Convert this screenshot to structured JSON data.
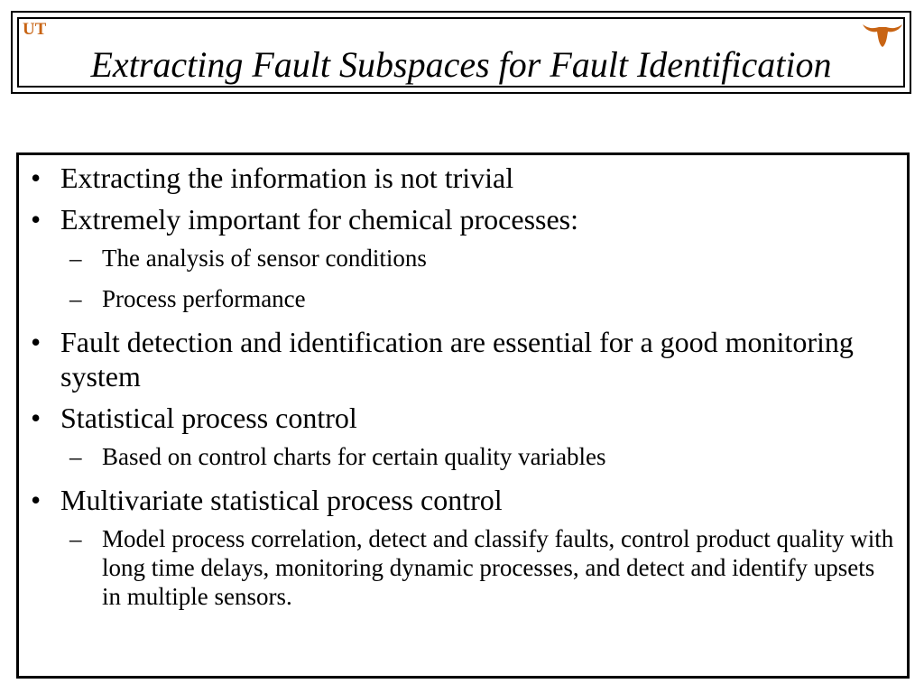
{
  "slide": {
    "title": "Extracting Fault Subspaces for Fault Identification",
    "logo_left": "UT",
    "bullet_char": "•",
    "dash_char": "–",
    "bullets": [
      {
        "level": 1,
        "text": "Extracting the information is not trivial"
      },
      {
        "level": 1,
        "text": "Extremely important for chemical processes:"
      },
      {
        "level": 2,
        "text": "The analysis of sensor conditions"
      },
      {
        "level": 2,
        "text": "Process performance"
      },
      {
        "level": 1,
        "text": "Fault detection and identification are essential for a good monitoring system"
      },
      {
        "level": 1,
        "text": "Statistical process control"
      },
      {
        "level": 2,
        "text": "Based on control charts for certain quality variables"
      },
      {
        "level": 1,
        "text": "Multivariate statistical process control"
      },
      {
        "level": 2,
        "text": "Model process correlation, detect and classify faults, control product quality with long time delays, monitoring dynamic processes, and detect and identify upsets in multiple sensors."
      }
    ]
  },
  "colors": {
    "logo": "#c86414",
    "text": "#000000",
    "border": "#000000"
  },
  "icons": {
    "left_logo": "ut-logo-icon",
    "right_logo": "longhorn-logo-icon"
  }
}
